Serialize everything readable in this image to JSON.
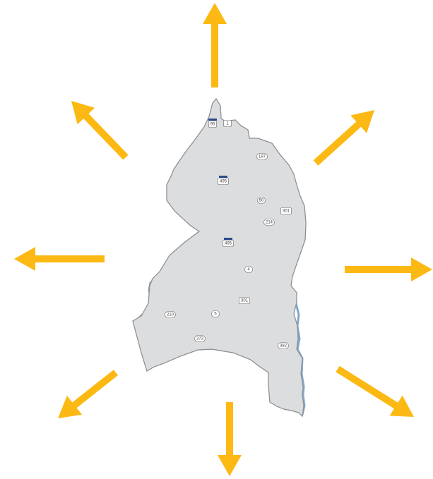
{
  "map": {
    "route_markers": [
      {
        "id": "i95",
        "label": "95",
        "kind": "interstate"
      },
      {
        "id": "us1",
        "label": "1",
        "kind": "us"
      },
      {
        "id": "r197",
        "label": "197",
        "kind": "state"
      },
      {
        "id": "i495a",
        "label": "495",
        "kind": "interstate"
      },
      {
        "id": "r50",
        "label": "50",
        "kind": "state"
      },
      {
        "id": "us301a",
        "label": "301",
        "kind": "us"
      },
      {
        "id": "r214",
        "label": "214",
        "kind": "state"
      },
      {
        "id": "i495b",
        "label": "495",
        "kind": "interstate"
      },
      {
        "id": "r4",
        "label": "4",
        "kind": "state"
      },
      {
        "id": "us301b",
        "label": "301",
        "kind": "us"
      },
      {
        "id": "r210",
        "label": "210",
        "kind": "state"
      },
      {
        "id": "r5",
        "label": "5",
        "kind": "state"
      },
      {
        "id": "r373",
        "label": "373",
        "kind": "state"
      },
      {
        "id": "r382",
        "label": "382",
        "kind": "state"
      }
    ],
    "arrows": [
      {
        "id": "n",
        "direction": "north"
      },
      {
        "id": "ne",
        "direction": "northeast"
      },
      {
        "id": "e",
        "direction": "east"
      },
      {
        "id": "se",
        "direction": "southeast"
      },
      {
        "id": "s",
        "direction": "south"
      },
      {
        "id": "sw",
        "direction": "southwest"
      },
      {
        "id": "w",
        "direction": "west"
      },
      {
        "id": "nw",
        "direction": "northwest"
      }
    ],
    "colors": {
      "arrow": "#FDB913",
      "land": "#DCDDDF",
      "border": "#8E9094",
      "water": "#7FA8CC",
      "road": "#6F7278",
      "interstate_shield": "#2A4A8C"
    }
  }
}
